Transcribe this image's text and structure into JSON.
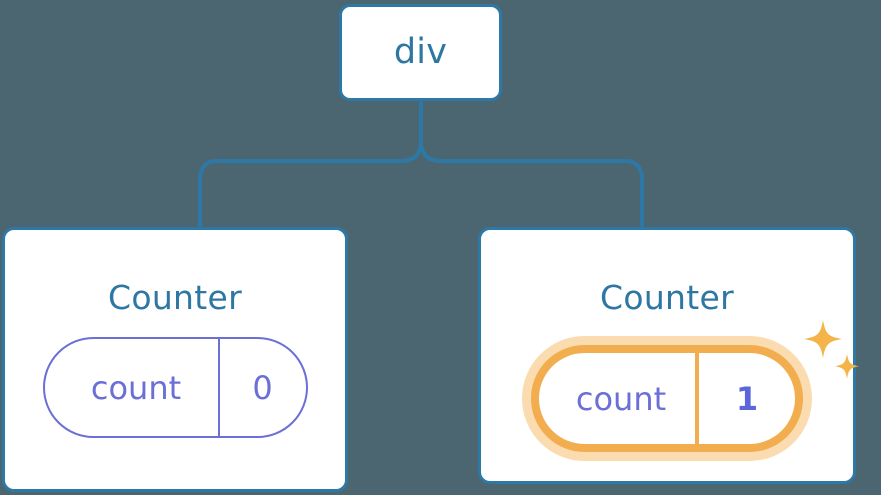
{
  "diagram": {
    "type": "component-tree",
    "background_color": "#4b6670",
    "node_border_color": "#2e78a6",
    "node_fill_color": "#ffffff",
    "title_color": "#2e77a3",
    "state_color": "#6b6fd6",
    "highlight_color": "#f2ad4e",
    "highlight_glow_color": "#fbdcb0",
    "sparkle_color": "#f5b44a",
    "root": {
      "label": "div"
    },
    "children": [
      {
        "title": "Counter",
        "state": {
          "key": "count",
          "value": "0"
        },
        "highlighted": false
      },
      {
        "title": "Counter",
        "state": {
          "key": "count",
          "value": "1"
        },
        "highlighted": true,
        "sparkle_icons": [
          "sparkle-large-icon",
          "sparkle-small-icon"
        ]
      }
    ],
    "edges": [
      {
        "from": "div",
        "to": "Counter (left)"
      },
      {
        "from": "div",
        "to": "Counter (right)"
      }
    ]
  }
}
